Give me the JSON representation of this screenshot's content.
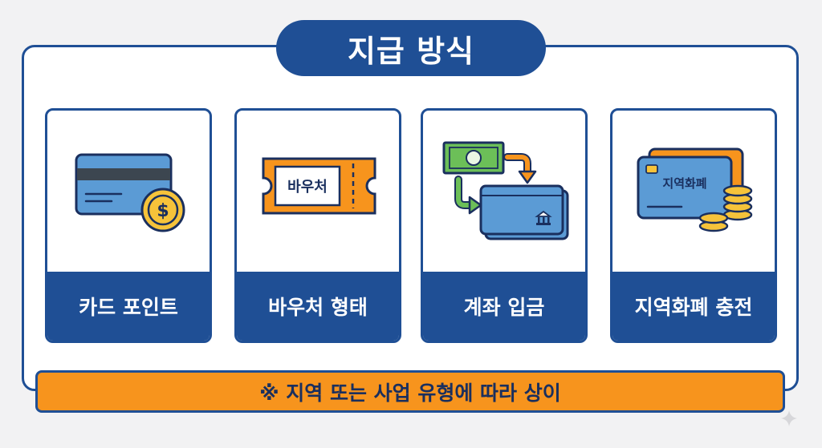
{
  "title": "지급 방식",
  "cards": [
    {
      "label": "카드 포인트",
      "icon": "credit-card-coin-icon"
    },
    {
      "label": "바우처 형태",
      "icon": "voucher-ticket-icon",
      "icon_text": "바우처"
    },
    {
      "label": "계좌 입금",
      "icon": "bank-transfer-icon"
    },
    {
      "label": "지역화폐 충전",
      "icon": "local-currency-card-icon",
      "icon_text": "지역화폐"
    }
  ],
  "note": "※ 지역 또는 사업 유형에 따라 상이",
  "colors": {
    "navy": "#1f4f95",
    "orange": "#f7941d",
    "card_blue": "#5b9bd5",
    "coin_gold": "#f6c33a",
    "money_green": "#6cbf58",
    "background": "#f2f2f3"
  }
}
